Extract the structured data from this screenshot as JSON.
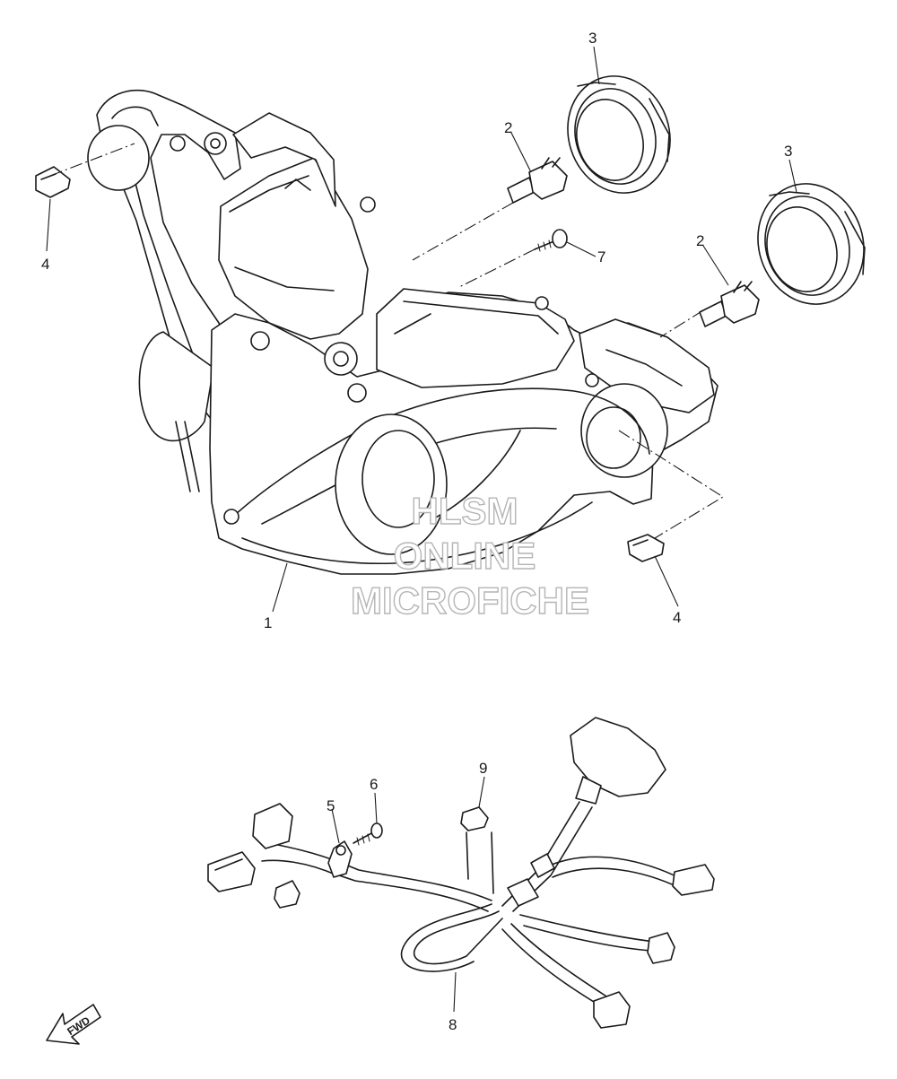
{
  "callouts": {
    "c1": "1",
    "c2a": "2",
    "c2b": "2",
    "c3a": "3",
    "c3b": "3",
    "c4a": "4",
    "c4b": "4",
    "c5": "5",
    "c6": "6",
    "c7": "7",
    "c8": "8",
    "c9": "9"
  },
  "watermark": {
    "line1": "HLSM",
    "line2": "ONLINE",
    "line3": "MICROFICHE"
  },
  "direction_arrow": {
    "label": "FWD",
    "icon": "fwd-arrow-icon"
  }
}
